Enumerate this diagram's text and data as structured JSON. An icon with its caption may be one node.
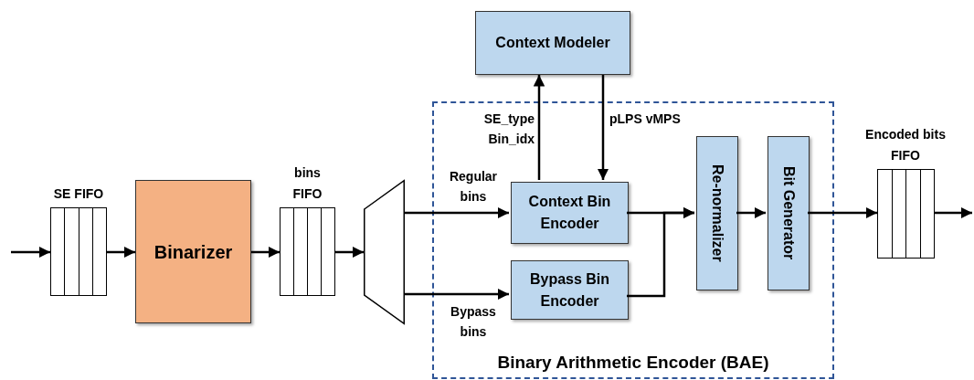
{
  "diagram": {
    "nodes": [
      {
        "text": [
          "SE FIFO"
        ]
      },
      {
        "text": [
          "Binarizer"
        ]
      },
      {
        "text": [
          "bins FIFO"
        ]
      },
      {
        "text": [],
        "shape": "trapezoid"
      },
      {
        "text": [
          "Binary Arithmetic Encoder (BAE)"
        ]
      },
      {
        "text": [
          "Context Modeler"
        ]
      },
      {
        "text": [
          "Context Bin Encoder"
        ],
        "in": 4
      },
      {
        "text": [
          "Bypass Bin Encoder"
        ],
        "in": 4
      },
      {
        "text": [
          "Re-normalizer"
        ],
        "in": 4
      },
      {
        "text": [
          "Bit Generator"
        ],
        "in": 4
      },
      {
        "text": [
          "Encoded bits FIFO"
        ]
      }
    ],
    "edges": [
      {
        "from": null,
        "to": 0,
        "arrow": "to"
      },
      {
        "from": 0,
        "to": 1,
        "arrow": "to"
      },
      {
        "from": 1,
        "to": 2,
        "arrow": "to"
      },
      {
        "from": 2,
        "to": 3,
        "arrow": "to"
      },
      {
        "from": 3,
        "to": 6,
        "arrow": "to",
        "label": "Regular bins"
      },
      {
        "from": 3,
        "to": 7,
        "arrow": "to",
        "label": "Bypass bins"
      },
      {
        "from": 6,
        "to": 5,
        "arrow": "to",
        "label": "SE_type Bin_idx"
      },
      {
        "from": 5,
        "to": 6,
        "arrow": "to",
        "label": "pLPS vMPS"
      },
      {
        "from": 6,
        "to": 8,
        "arrow": "to"
      },
      {
        "from": 7,
        "to": 8,
        "arrow": "to"
      },
      {
        "from": 8,
        "to": 9,
        "arrow": "to"
      },
      {
        "from": 9,
        "to": 10,
        "arrow": "to"
      },
      {
        "from": 10,
        "to": null,
        "arrow": "to"
      }
    ]
  }
}
